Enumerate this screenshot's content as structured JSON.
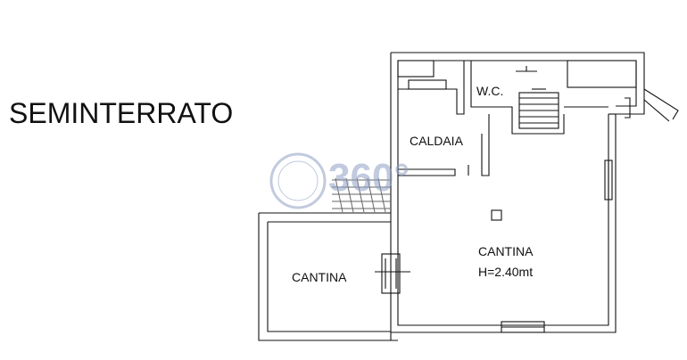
{
  "plan": {
    "title": "SEMINTERRATO",
    "rooms": {
      "wc": "W.C.",
      "caldaia": "CALDAIA",
      "cantina_main": "CANTINA",
      "cantina_height": "H=2.40mt",
      "cantina_left": "CANTINA"
    },
    "watermark": {
      "number": "360°",
      "colors": {
        "logo": "#8fa0c4"
      }
    },
    "colors": {
      "line": "#111111",
      "background": "#ffffff"
    }
  }
}
